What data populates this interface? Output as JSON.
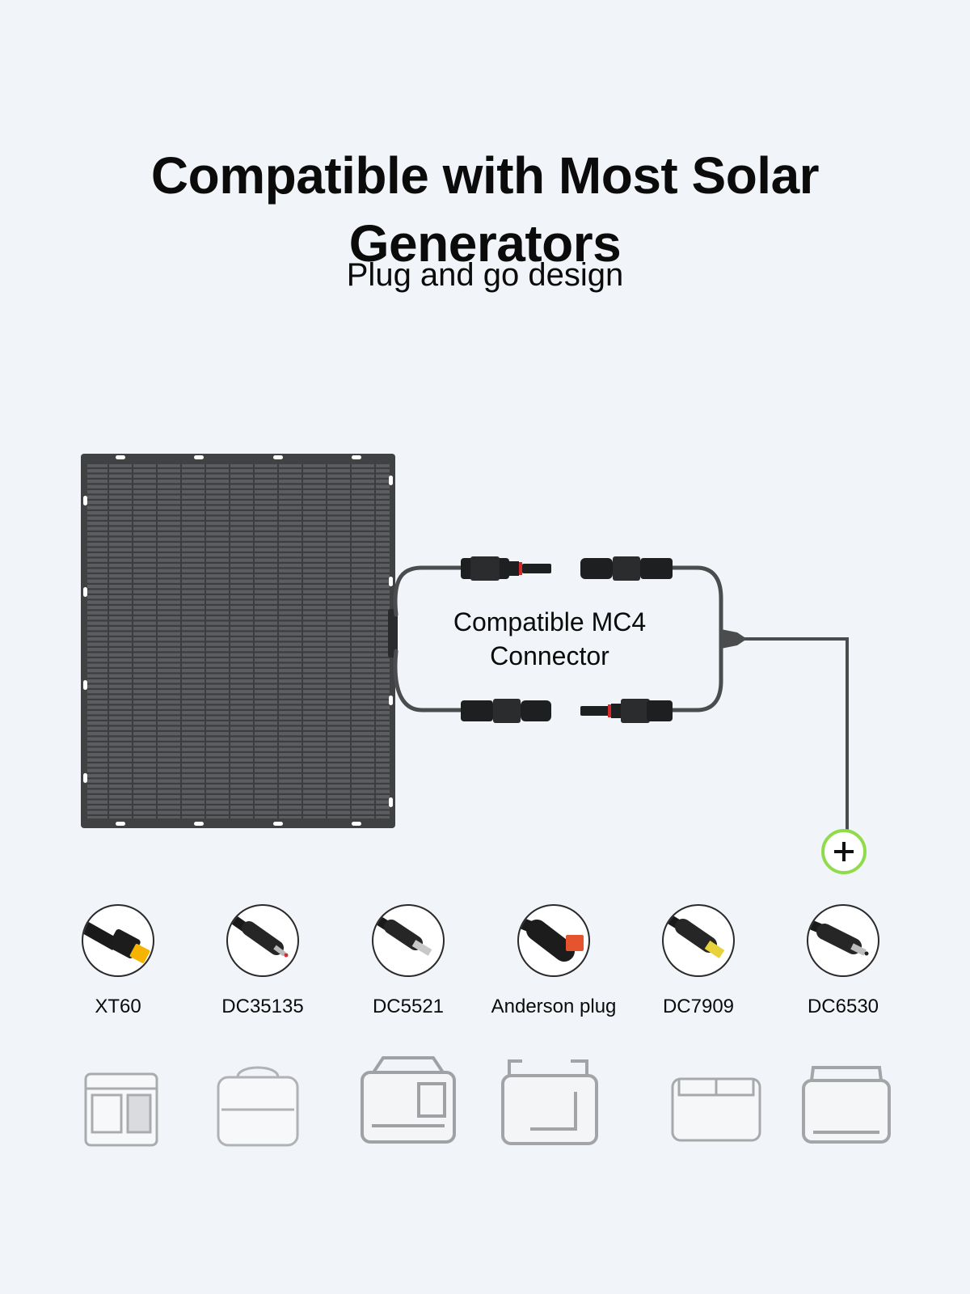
{
  "title": "Compatible with Most Solar Generators",
  "subtitle": "Plug and go design",
  "mc4_label": "Compatible MC4 Connector",
  "colors": {
    "background": "#f1f4f8",
    "panel": "#3f4143",
    "accent_green": "#8fdc4a",
    "xt60_yellow": "#f4b400",
    "anderson_red": "#e6532f"
  },
  "connectors": [
    {
      "label": "XT60",
      "icon": "xt60-plug-icon"
    },
    {
      "label": "DC35135",
      "icon": "dc35135-plug-icon"
    },
    {
      "label": "DC5521",
      "icon": "dc5521-plug-icon"
    },
    {
      "label": "Anderson plug",
      "icon": "anderson-plug-icon"
    },
    {
      "label": "DC7909",
      "icon": "dc7909-plug-icon"
    },
    {
      "label": "DC6530",
      "icon": "dc6530-plug-icon"
    }
  ],
  "devices": [
    {
      "icon": "power-station-1-icon"
    },
    {
      "icon": "power-station-2-icon"
    },
    {
      "icon": "power-station-3-icon"
    },
    {
      "icon": "power-station-4-icon"
    },
    {
      "icon": "power-station-5-icon"
    },
    {
      "icon": "power-station-6-icon"
    }
  ]
}
